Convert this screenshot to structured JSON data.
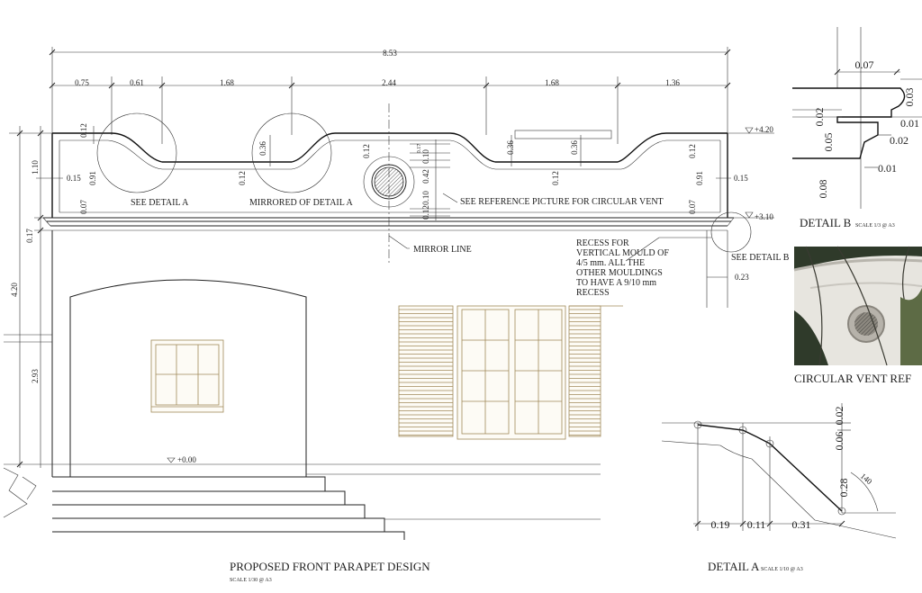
{
  "main_dims": {
    "overall": "8.53",
    "segments": [
      "0.75",
      "0.61",
      "1.68",
      "2.44",
      "1.68",
      "1.36"
    ]
  },
  "parapet_dims": {
    "left_012": "0.12",
    "left_036": "0.36",
    "left_012b": "0.12",
    "center_012": "0.12",
    "center_017": "0.17",
    "center_010": "0.10",
    "center_042": "0.42",
    "center_012b": "0.12",
    "center_010b": "0.10",
    "right_036a": "0.36",
    "right_036b": "0.36",
    "right_012": "0.12",
    "right_012b": "0.12",
    "left_015": "0.15",
    "left_091": "0.91",
    "right_091": "0.91",
    "right_015": "0.15",
    "left_007": "0.07",
    "right_007": "0.07",
    "left_110": "1.10",
    "left_017": "0.17",
    "left_420": "4.20",
    "left_293": "2.93",
    "right_023": "0.23"
  },
  "levels": {
    "top": "+4.20",
    "mid": "+3.10",
    "ground": "+0.00"
  },
  "notes": {
    "see_detail_a": "SEE DETAIL A",
    "mirrored_detail_a": "MIRRORED OF DETAIL A",
    "see_reference": "SEE REFERENCE PICTURE FOR CIRCULAR VENT",
    "mirror_line": "MIRROR LINE",
    "see_detail_b": "SEE DETAIL B",
    "recess_lines": [
      "RECESS FOR",
      "VERTICAL MOULD OF",
      "4/5 mm. ALL THE",
      "OTHER MOULDINGS",
      "TO HAVE A 9/10 mm",
      "RECESS"
    ]
  },
  "detail_b": {
    "title": "DETAIL B",
    "scale": "SCALE 1/3 @ A3",
    "dims": [
      "0.07",
      "0.03",
      "0.02",
      "0.01",
      "0.05",
      "0.02",
      "0.01",
      "0.08"
    ]
  },
  "vent_ref": {
    "title": "CIRCULAR VENT REF"
  },
  "detail_a": {
    "title": "DETAIL A",
    "scale": "SCALE 1/10 @ A3",
    "dims": {
      "d002": "0.02",
      "d006": "0.06",
      "d028": "0.28",
      "d140": "140",
      "d019": "0.19",
      "d011": "0.11",
      "d031": "0.31"
    }
  },
  "main_title": {
    "title": "PROPOSED FRONT PARAPET DESIGN",
    "scale": "SCALE 1/30 @ A3"
  },
  "colors": {
    "line": "#222222",
    "joinery": "#a08a5a",
    "background": "#ffffff"
  }
}
